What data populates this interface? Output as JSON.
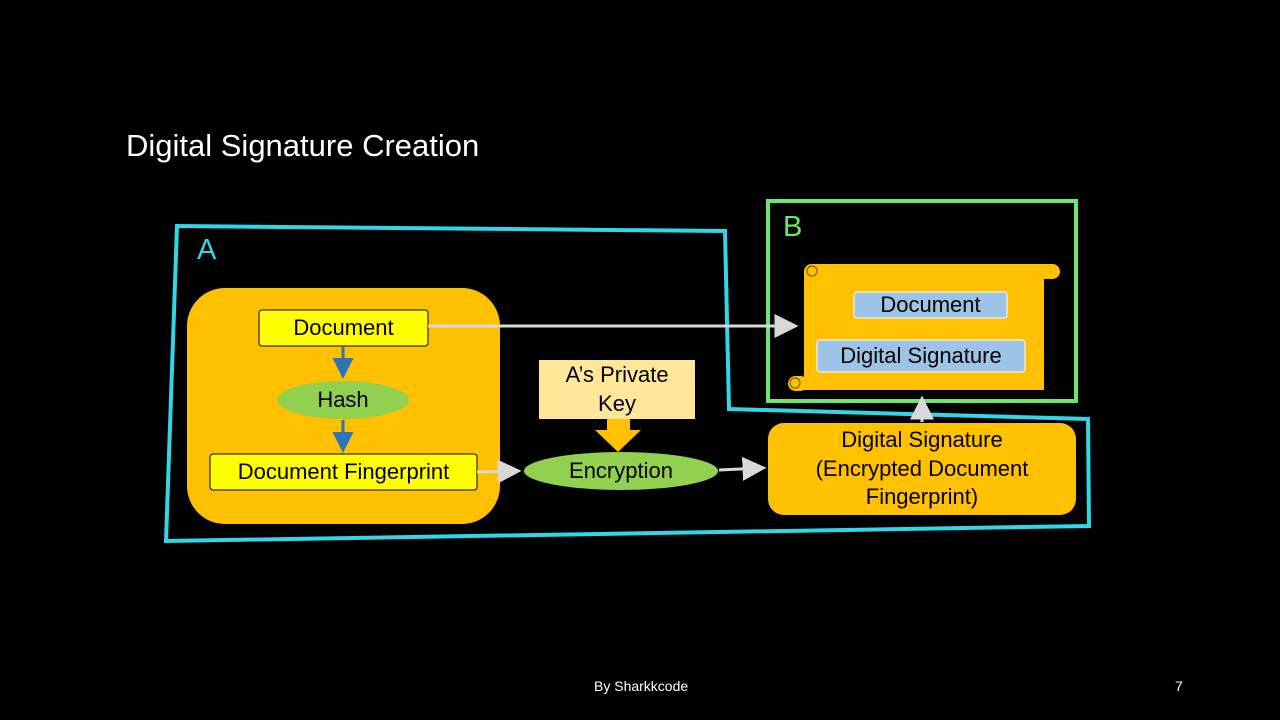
{
  "slide": {
    "title": "Digital Signature Creation",
    "footer_text": "By Sharkkcode",
    "page_number": "7"
  },
  "diagram": {
    "region_a": {
      "label": "A",
      "color": "#33d6e6"
    },
    "region_b": {
      "label": "B",
      "color": "#6ee66e"
    },
    "nodes": {
      "document": "Document",
      "hash": "Hash",
      "fingerprint": "Document Fingerprint",
      "private_key": "A’s Private Key",
      "encryption": "Encryption",
      "signature_result": "Digital Signature (Encrypted Document Fingerprint)",
      "scroll_document": "Document",
      "scroll_signature": "Digital Signature"
    },
    "colors": {
      "orange": "#ffc000",
      "yellow": "#ffff00",
      "green": "#92d050",
      "key_fill": "#ffe699",
      "blue_fill": "#9dc3e6",
      "hash_arrow": "#2e75b6",
      "grey_arrow": "#d9d9d9"
    }
  }
}
